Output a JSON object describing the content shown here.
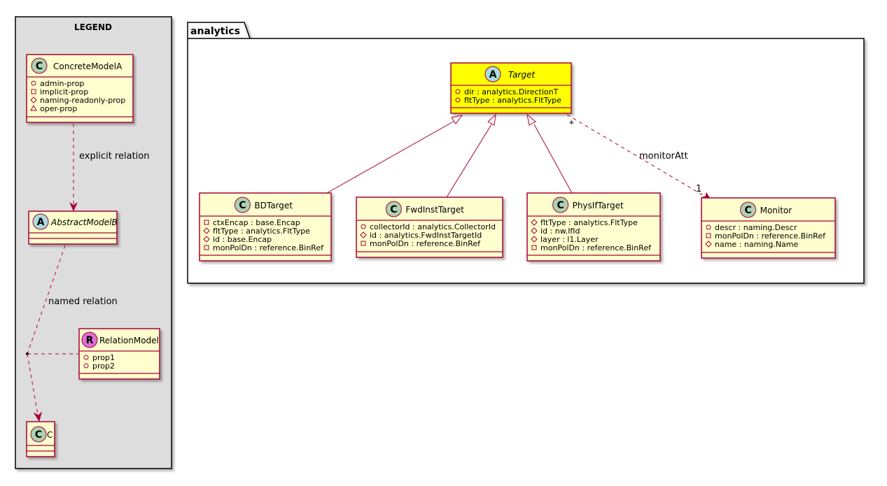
{
  "legend": {
    "title": "LEGEND",
    "concrete": {
      "stereo": "C",
      "name": "ConcreteModelA",
      "attrs": [
        {
          "vis": "public",
          "text": "admin-prop"
        },
        {
          "vis": "private",
          "text": "implicit-prop"
        },
        {
          "vis": "protected",
          "text": "naming-readonly-prop"
        },
        {
          "vis": "package",
          "text": "oper-prop"
        }
      ]
    },
    "abstract": {
      "stereo": "A",
      "name": "AbstractModelB"
    },
    "relation": {
      "stereo": "R",
      "name": "RelationModel",
      "attrs": [
        {
          "vis": "public",
          "text": "prop1"
        },
        {
          "vis": "public",
          "text": "prop2"
        }
      ]
    },
    "c": {
      "stereo": "C",
      "name": "C"
    },
    "explicit_label": "explicit relation",
    "named_label": "named relation"
  },
  "package": {
    "name": "analytics",
    "target": {
      "stereo": "A",
      "name": "Target",
      "attrs": [
        {
          "vis": "public",
          "text": "dir : analytics.DirectionT"
        },
        {
          "vis": "public",
          "text": "fltType : analytics.FltType"
        }
      ]
    },
    "classes": [
      {
        "stereo": "C",
        "name": "BDTarget",
        "attrs": [
          {
            "vis": "private",
            "text": "ctxEncap : base.Encap"
          },
          {
            "vis": "protected",
            "text": "fltType : analytics.FltType"
          },
          {
            "vis": "protected",
            "text": "id : base.Encap"
          },
          {
            "vis": "private",
            "text": "monPolDn : reference.BinRef"
          }
        ]
      },
      {
        "stereo": "C",
        "name": "FwdInstTarget",
        "attrs": [
          {
            "vis": "public",
            "text": "collectorId : analytics.CollectorId"
          },
          {
            "vis": "protected",
            "text": "id : analytics.FwdInstTargetId"
          },
          {
            "vis": "private",
            "text": "monPolDn : reference.BinRef"
          }
        ]
      },
      {
        "stereo": "C",
        "name": "PhysIfTarget",
        "attrs": [
          {
            "vis": "protected",
            "text": "fltType : analytics.FltType"
          },
          {
            "vis": "protected",
            "text": "id : nw.IfId"
          },
          {
            "vis": "protected",
            "text": "layer : l1.Layer"
          },
          {
            "vis": "private",
            "text": "monPolDn : reference.BinRef"
          }
        ]
      },
      {
        "stereo": "C",
        "name": "Monitor",
        "attrs": [
          {
            "vis": "public",
            "text": "descr : naming.Descr"
          },
          {
            "vis": "private",
            "text": "monPolDn : reference.BinRef"
          },
          {
            "vis": "protected",
            "text": "name : naming.Name"
          }
        ]
      }
    ],
    "assoc": {
      "label": "monitorAtt",
      "source_mult": "*",
      "target_mult": "1"
    }
  },
  "colors": {
    "class_fill": "#FEFECE",
    "class_border": "#A80036",
    "target_fill": "#FFFF00",
    "legend_fill": "#DDDDDD",
    "stereo_c": "#ADD1B2",
    "stereo_a": "#A9DCDF",
    "stereo_r": "#DA70D6",
    "line": "#A80036"
  }
}
